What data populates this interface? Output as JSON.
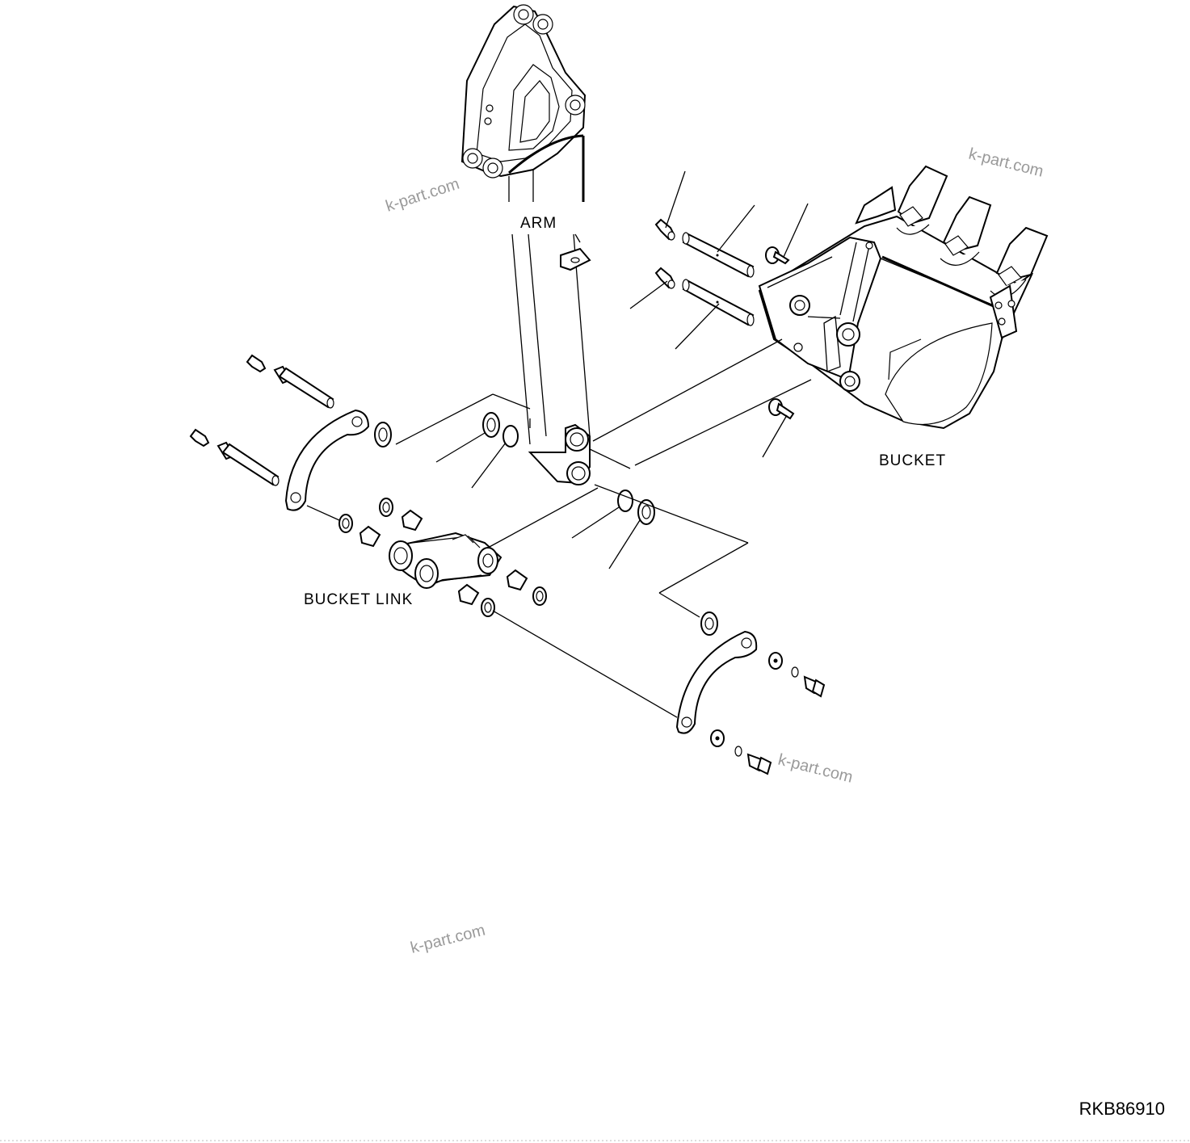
{
  "labels": {
    "arm": "ARM",
    "bucket": "BUCKET",
    "bucket_link": "BUCKET LINK",
    "drawing_code": "RKB86910"
  },
  "watermarks": [
    "k-part.com",
    "k-part.com",
    "k-part.com",
    "k-part.com"
  ],
  "colors": {
    "line": "#000000",
    "background": "#ffffff",
    "watermark": "#9a9a9a"
  }
}
